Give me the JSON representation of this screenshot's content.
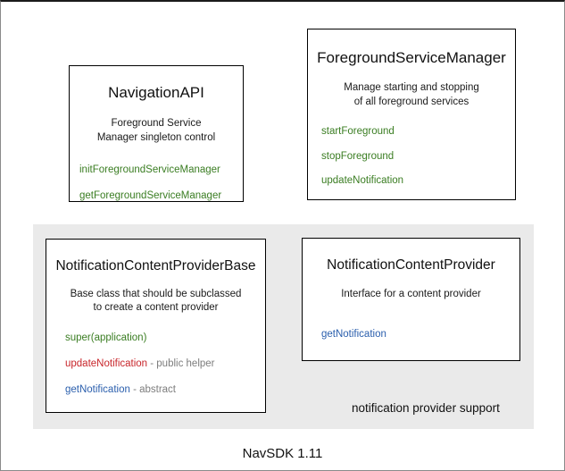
{
  "diagram": {
    "footer_label": "NavSDK 1.11",
    "colors": {
      "background": "#ffffff",
      "panel": "#eaeaea",
      "box_border": "#000000",
      "text": "#111111",
      "member_green": "#3a7d22",
      "member_red": "#c8262b",
      "member_blue": "#2b5fad",
      "member_note": "#7d7d7d"
    },
    "group": {
      "label": "notification provider support"
    },
    "boxes": [
      {
        "id": "navigation-api",
        "title": "NavigationAPI",
        "desc_lines": [
          "Foreground Service",
          "Manager singleton control"
        ],
        "members": [
          {
            "name": "initForegroundServiceManager",
            "note": "",
            "color": "green"
          },
          {
            "name": "getForegroundServiceManager",
            "note": "",
            "color": "green"
          }
        ]
      },
      {
        "id": "foreground-service-manager",
        "title": "ForegroundServiceManager",
        "desc_lines": [
          "Manage starting and stopping",
          "of all foreground services"
        ],
        "members": [
          {
            "name": "startForeground",
            "note": "",
            "color": "green"
          },
          {
            "name": "stopForeground",
            "note": "",
            "color": "green"
          },
          {
            "name": "updateNotification",
            "note": "",
            "color": "green"
          }
        ]
      },
      {
        "id": "notification-content-provider-base",
        "title": "NotificationContentProviderBase",
        "desc_lines": [
          "Base class that should be subclassed",
          "to create a content provider"
        ],
        "members": [
          {
            "name": "super(application)",
            "note": "",
            "color": "green"
          },
          {
            "name": "updateNotification",
            "note": " - public helper",
            "color": "red"
          },
          {
            "name": "getNotification",
            "note": " - abstract",
            "color": "blue"
          }
        ]
      },
      {
        "id": "notification-content-provider",
        "title": "NotificationContentProvider",
        "desc_lines": [
          "Interface for a content provider"
        ],
        "members": [
          {
            "name": "getNotification",
            "note": "",
            "color": "blue"
          }
        ]
      }
    ]
  }
}
